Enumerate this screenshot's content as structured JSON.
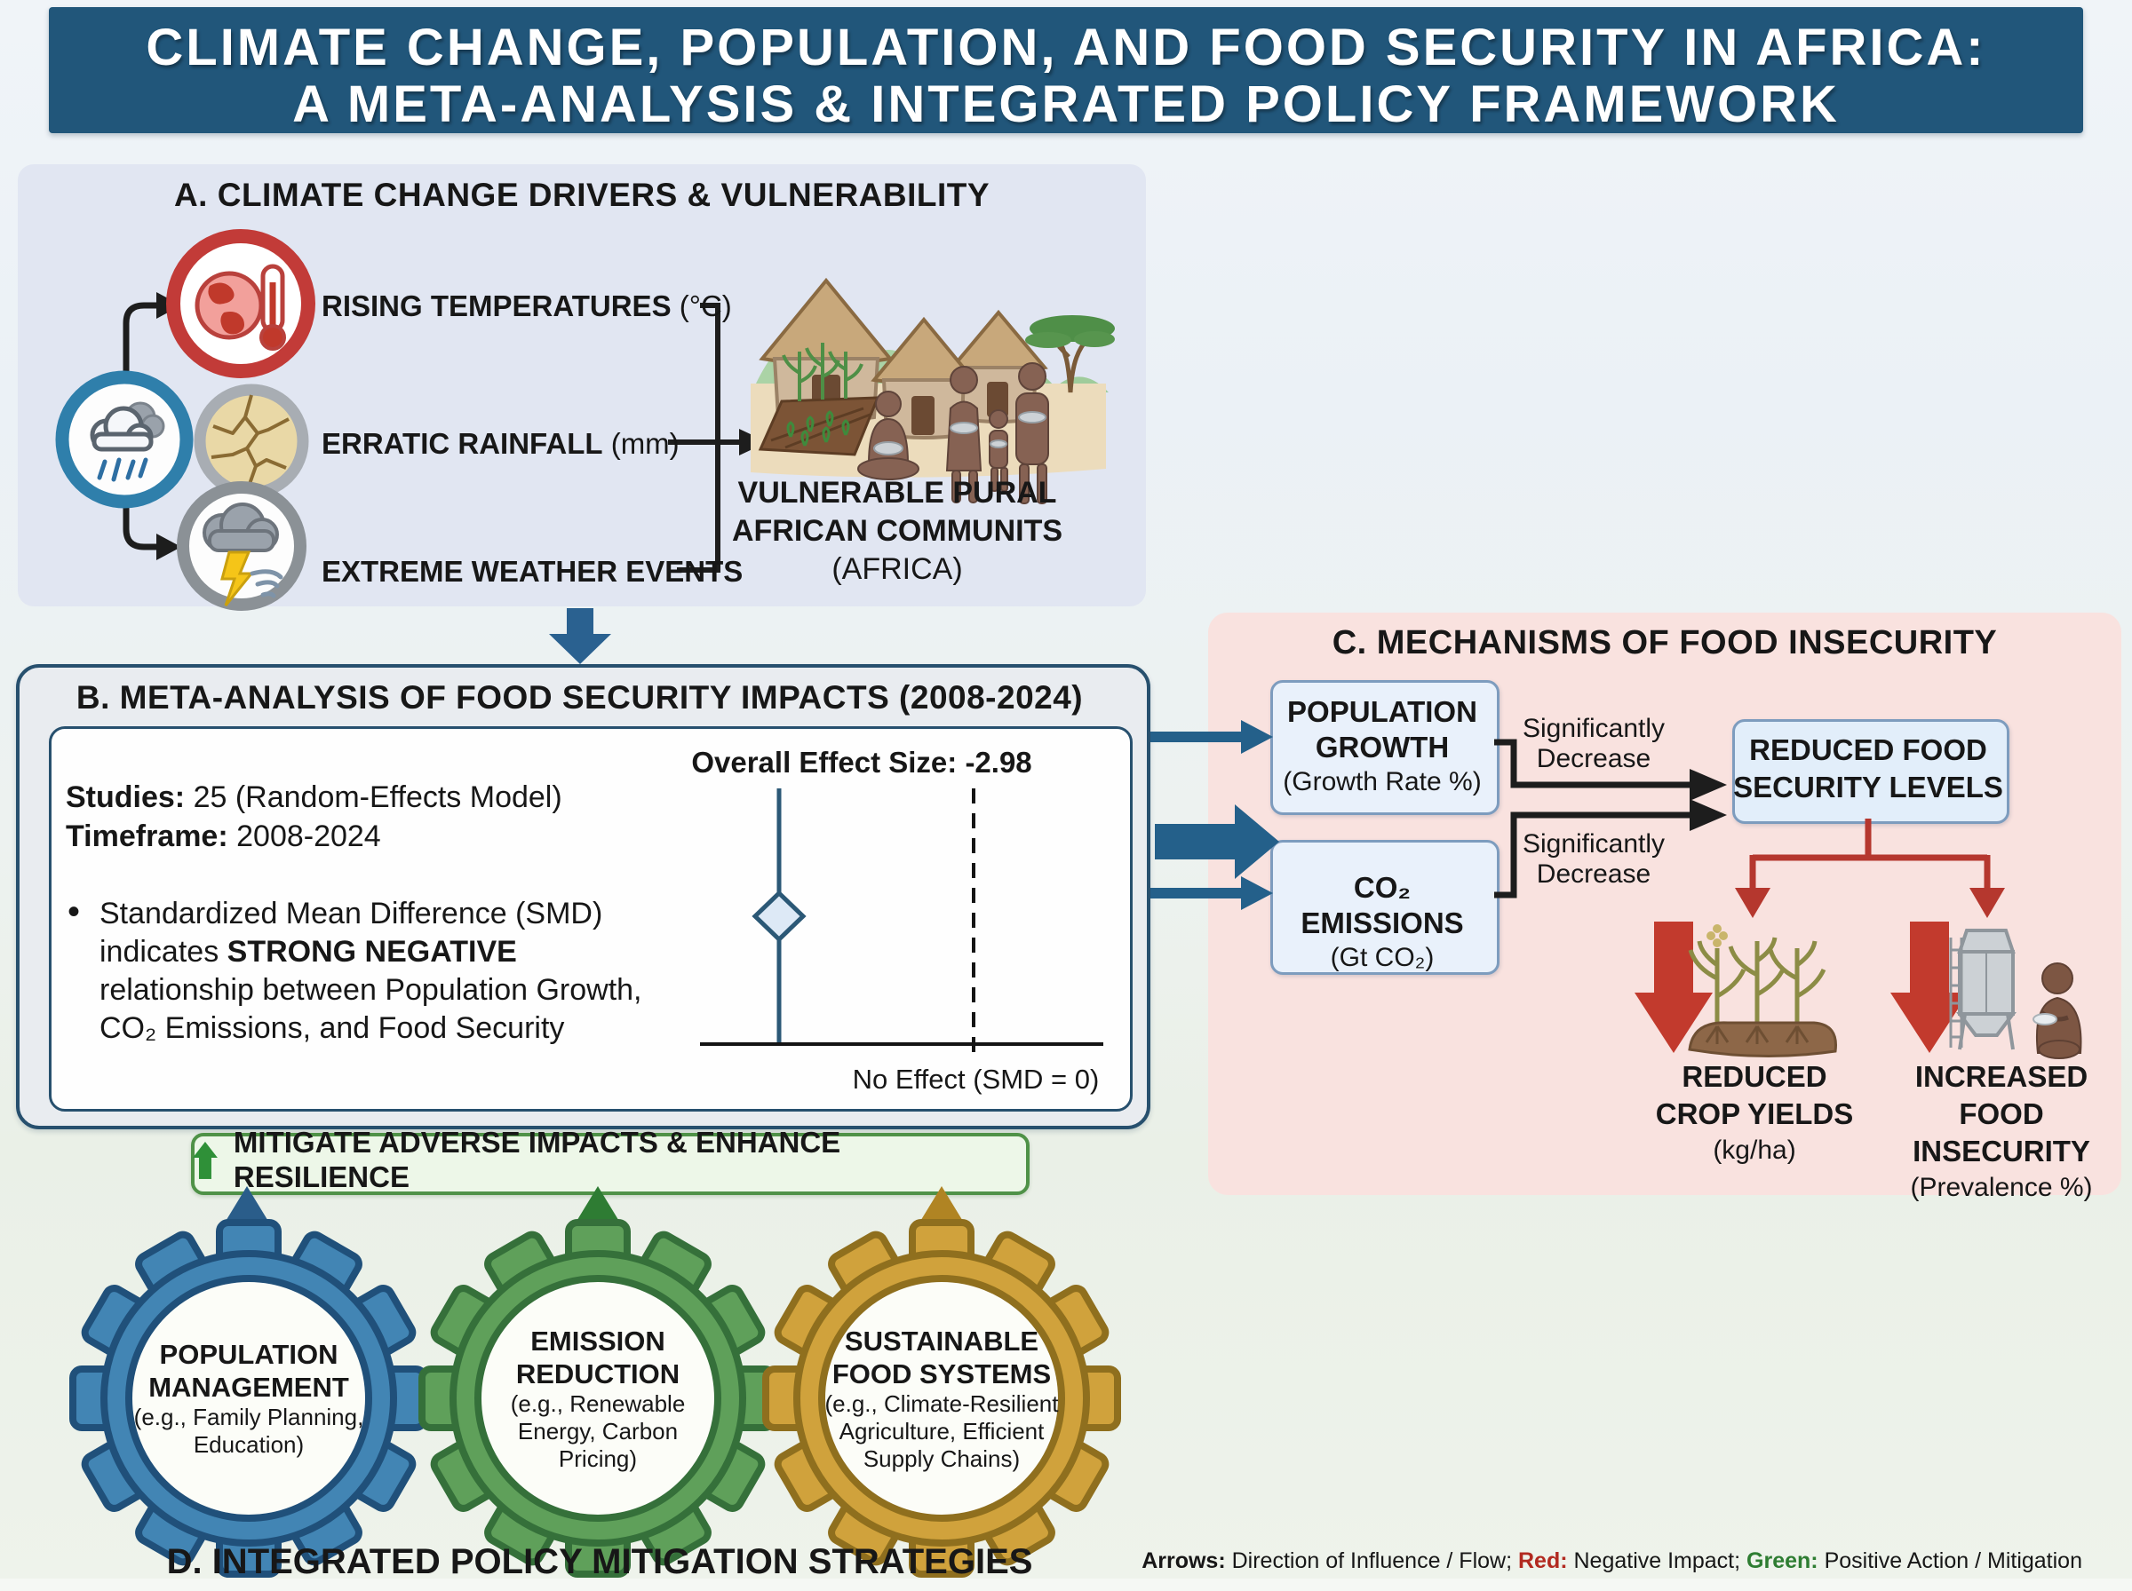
{
  "title": {
    "line1": "CLIMATE CHANGE, POPULATION, AND FOOD SECURITY IN AFRICA:",
    "line2": "A META-ANALYSIS & INTEGRATED POLICY FRAMEWORK"
  },
  "section_a": {
    "title": "A. CLIMATE CHANGE DRIVERS & VULNERABILITY",
    "drivers": [
      {
        "label": "RISING TEMPERATURES",
        "unit": "(°C)",
        "icon": "globe-thermometer-icon"
      },
      {
        "label": "ERRATIC RAINFALL",
        "unit": "(mm)",
        "icon": "cracked-earth-icon"
      },
      {
        "label": "EXTREME WEATHER EVENTS",
        "unit": "",
        "icon": "storm-cloud-icon"
      }
    ],
    "caption_lines": [
      "VULNERABLE PURAL",
      "AFRICAN COMMUNITS",
      "(AFRICA)"
    ]
  },
  "section_b": {
    "title": "B. META-ANALYSIS OF FOOD SECURITY IMPACTS (2008-2024)",
    "studies_label": "Studies:",
    "studies_value": "25 (Random-Effects Model)",
    "timeframe_label": "Timeframe:",
    "timeframe_value": "2008-2024",
    "bullet_line1": "Standardized Mean Difference (SMD)",
    "bullet_line2_pre": "indicates ",
    "bullet_line2_bold": "STRONG NEGATIVE",
    "bullet_line3": "relationship between Population Growth,",
    "bullet_line4": "CO₂ Emissions, and Food Security"
  },
  "chart_data": {
    "type": "forest-plot",
    "title": "Overall Effect Size: -2.98",
    "overall_effect_smd": -2.98,
    "no_effect_smd": 0,
    "no_effect_label": "No Effect (SMD = 0)",
    "studies": 25,
    "model": "Random-Effects Model",
    "timeframe": "2008-2024",
    "marker": "diamond"
  },
  "section_c": {
    "title": "C. MECHANISMS OF FOOD INSECURITY",
    "population_box": {
      "lines": [
        "POPULATION",
        "GROWTH"
      ],
      "sub": "(Growth Rate %)"
    },
    "co2_box": {
      "line": "CO₂ EMISSIONS",
      "sub": "(Gt CO₂)"
    },
    "decrease_lines": [
      "Significantly",
      "Decrease"
    ],
    "reduced_box": {
      "lines": [
        "REDUCED FOOD",
        "SECURITY LEVELS"
      ]
    },
    "impact_left": {
      "lines": [
        "REDUCED",
        "CROP YIELDS"
      ],
      "unit": "(kg/ha)"
    },
    "impact_right": {
      "lines": [
        "INCREASED",
        "FOOD INSECURITY"
      ],
      "unit": "(Prevalence %)"
    }
  },
  "mitigation": {
    "banner": "MITIGATE ADVERSE IMPACTS & ENHANCE RESILIENCE",
    "d_title": "D. INTEGRATED POLICY MITIGATION STRATEGIES",
    "gears": [
      {
        "title_lines": [
          "POPULATION",
          "MANAGEMENT"
        ],
        "sub_lines": [
          "(e.g., Family Planning,",
          "Education)"
        ],
        "color": "#4285b4"
      },
      {
        "title_lines": [
          "EMISSION",
          "REDUCTION"
        ],
        "sub_lines": [
          "(e.g., Renewable",
          "Energy, Carbon",
          "Pricing)"
        ],
        "color": "#5fa05a"
      },
      {
        "title_lines": [
          "SUSTAINABLE",
          "FOOD SYSTEMS"
        ],
        "sub_lines": [
          "(e.g., Climate-Resilient",
          "Agriculture, Efficient",
          "Supply Chains)"
        ],
        "color": "#d0a23c"
      }
    ]
  },
  "legend": {
    "arrows_label": "Arrows:",
    "arrows_text": " Direction of Influence / Flow; ",
    "red_label": "Red:",
    "red_text": " Negative Impact; ",
    "green_label": "Green:",
    "green_text": " Positive Action / Mitigation"
  },
  "colors": {
    "header_bg": "#21567a",
    "panel_a_bg": "#e1e6f2",
    "panel_b_bg": "#e9ecf0",
    "panel_c_bg": "#f9e2df",
    "box_blue_bg": "#e9f1fb",
    "banner_bg": "#edf7e8",
    "negative_red": "#c0392b",
    "positive_green": "#2f8a3a",
    "flow_blue": "#24608a",
    "gear_blue": "#4285b4",
    "gear_green": "#5fa05a",
    "gear_gold": "#d0a23c"
  }
}
